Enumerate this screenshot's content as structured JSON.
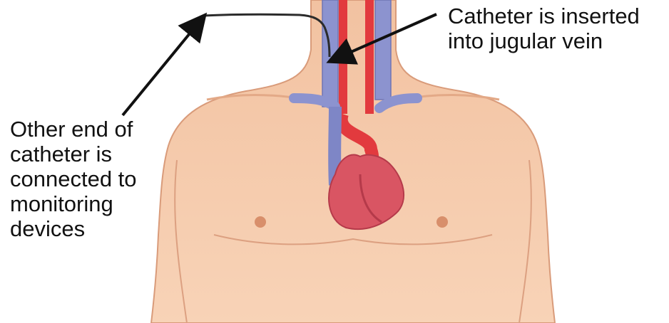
{
  "labels": {
    "jugular": [
      "Catheter is inserted",
      "into jugular vein"
    ],
    "monitoring": [
      "Other end of",
      "catheter is",
      "connected to",
      "monitoring",
      "devices"
    ]
  },
  "colors": {
    "skin": "#f6c9a9",
    "skin_shadow": "#e7a985",
    "vein": "#8c93cf",
    "vein_dark": "#6f74b4",
    "artery": "#e23a3e",
    "heart": "#d95563",
    "heart_dark": "#b53a4a",
    "catheter": "#2b2b2b",
    "arrow": "#111111"
  }
}
